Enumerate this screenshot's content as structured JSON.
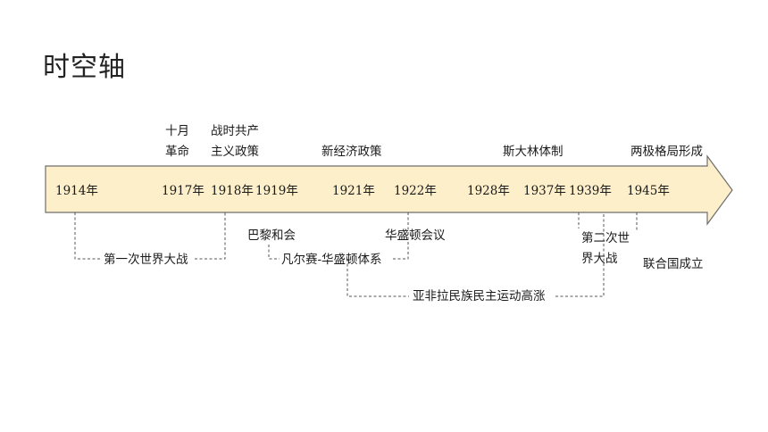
{
  "title": "时空轴",
  "colors": {
    "arrow_fill": "#fdefc9",
    "arrow_stroke": "#6e6e6e",
    "bracket": "#555555",
    "text": "#1a1a1a"
  },
  "years": [
    "1914年",
    "1917年",
    "1918年",
    "1919年",
    "1921年",
    "1922年",
    "1928年",
    "1937年",
    "1939年",
    "1945年"
  ],
  "above": {
    "october_revolution": [
      "十月",
      "革命"
    ],
    "war_communism": [
      "战时共产",
      "主义政策"
    ],
    "nep": "新经济政策",
    "stalin_system": "斯大林体制",
    "bipolar": "两极格局形成"
  },
  "below": {
    "ww1": "第一次世界大战",
    "paris_conference": "巴黎和会",
    "versailles_washington": "凡尔赛-华盛顿体系",
    "washington_conference": "华盛顿会议",
    "asia_africa_latam": "亚非拉民族民主运动高涨",
    "ww2": [
      "第二次世",
      "界大战"
    ],
    "un_founded": "联合国成立"
  }
}
